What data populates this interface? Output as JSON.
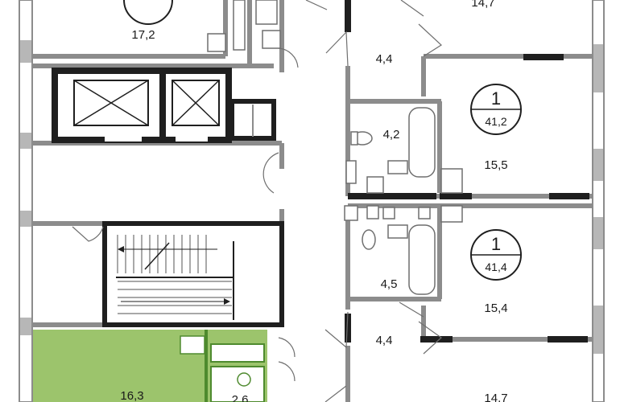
{
  "colors": {
    "wall": "#8c8c8c",
    "wall_dark": "#1f1f1f",
    "window": "#b7b7b7",
    "highlight": "#9cc46c",
    "highlight_line": "#4e8a2e",
    "fixture": "#6f6f6f"
  },
  "rooms": {
    "top_left": "17,2",
    "top_right": "14,7",
    "hall_a": "4,4",
    "bath_a": "4,2",
    "living_a": "15,5",
    "bath_b": "4,5",
    "living_b": "15,4",
    "hall_b": "4,4",
    "bottom_right": "14,7",
    "green_room": "16,3",
    "green_bath": "2,6"
  },
  "apartments": [
    {
      "rooms": "1",
      "area": "41,2"
    },
    {
      "rooms": "1",
      "area": "41,4"
    }
  ]
}
